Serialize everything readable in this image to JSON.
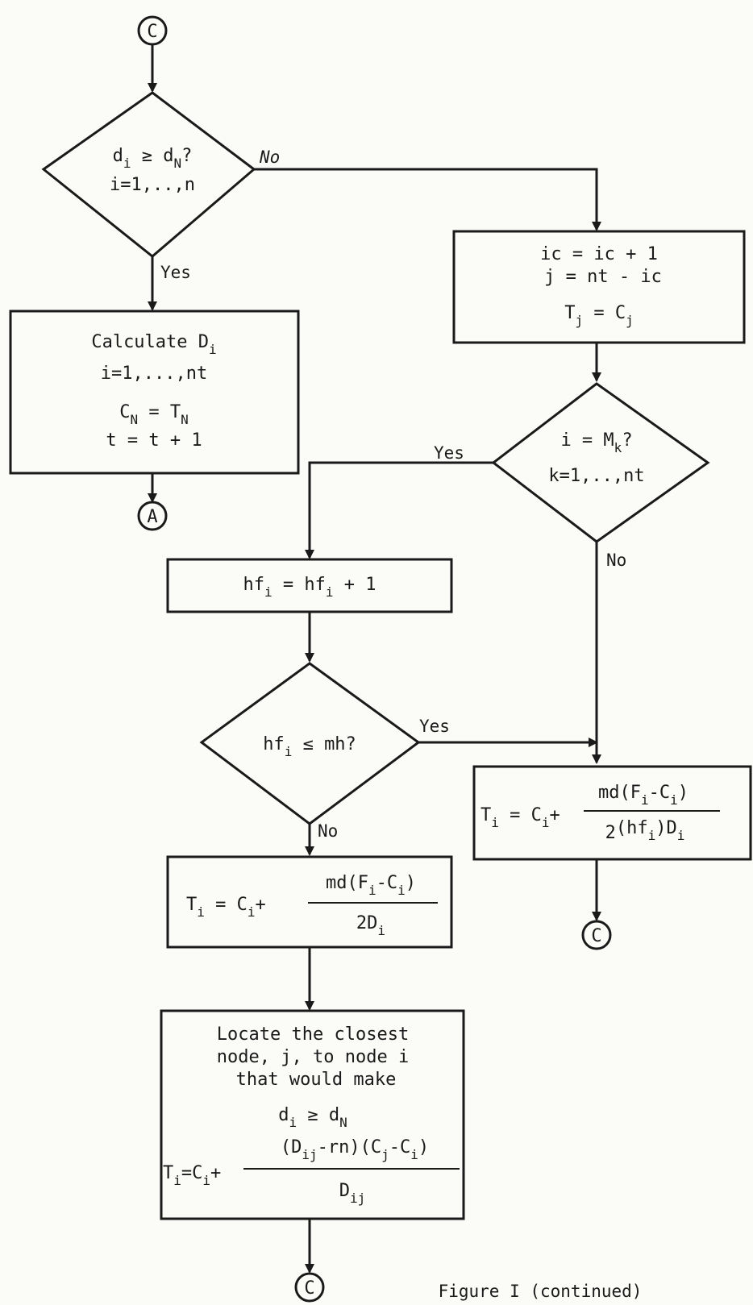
{
  "connectors": {
    "c_top": "C",
    "a_out": "A",
    "c_right": "C",
    "c_bottom": "C"
  },
  "decision_d": {
    "l1_main": "d",
    "l1_sub": "i",
    "l1_op": " ≥ ",
    "l1_main2": "d",
    "l1_sub2": "N",
    "l1_q": "?",
    "l2": "i=1,..,n",
    "no": "No",
    "yes": "Yes"
  },
  "calc_box": {
    "l1": "Calculate D",
    "l1_sub": "i",
    "l2": "i=1,...,nt",
    "l3_a": "C",
    "l3_a_sub": "N",
    "l3_b": " = T",
    "l3_b_sub": "N",
    "l4": "t = t + 1"
  },
  "ic_box": {
    "l1": "ic = ic + 1",
    "l2": "j = nt - ic",
    "l3_a": "T",
    "l3_a_sub": "j",
    "l3_b": " = C",
    "l3_b_sub": "j"
  },
  "decision_m": {
    "l1_a": "i = M",
    "l1_sub": "k",
    "l1_q": "?",
    "l2": "k=1,..,nt",
    "yes": "Yes",
    "no": "No"
  },
  "hf_box": {
    "a": "hf",
    "a_sub": "i",
    "b": " = hf",
    "b_sub": "i",
    "c": " + 1"
  },
  "decision_hf": {
    "a": "hf",
    "a_sub": "i",
    "b": " ≤ mh?",
    "yes": "Yes",
    "no": "No"
  },
  "t_right": {
    "lhs": "T",
    "lhs_sub": "i",
    "eq": " = C",
    "eq_sub": "i",
    "plus": "+",
    "num_a": "md(F",
    "num_a_sub": "i",
    "num_b": "-C",
    "num_b_sub": "i",
    "num_c": ")",
    "den_a": "2",
    "den_b": "(hf",
    "den_b_sub": "i",
    "den_c": ")D",
    "den_c_sub": "i"
  },
  "t_mid": {
    "lhs": "T",
    "lhs_sub": "i",
    "eq": " = C",
    "eq_sub": "i",
    "plus": "+",
    "num_a": "md(F",
    "num_a_sub": "i",
    "num_b": "-C",
    "num_b_sub": "i",
    "num_c": ")",
    "den_a": "2D",
    "den_a_sub": "i"
  },
  "locate_box": {
    "l1": "Locate the closest",
    "l2": "node, j, to node i",
    "l3": "that would make",
    "l4_a": "d",
    "l4_a_sub": "i",
    "l4_op": " ≥ ",
    "l4_b": "d",
    "l4_b_sub": "N",
    "lhs": "T",
    "lhs_sub": "i",
    "eq": "=C",
    "eq_sub": "i",
    "plus": "+",
    "num_a": "(D",
    "num_a_sub": "ij",
    "num_b": "-rn)(C",
    "num_b_sub": "j",
    "num_c": "-C",
    "num_c_sub": "i",
    "num_d": ")",
    "den_a": "D",
    "den_a_sub": "ij"
  },
  "caption": "Figure I (continued)"
}
